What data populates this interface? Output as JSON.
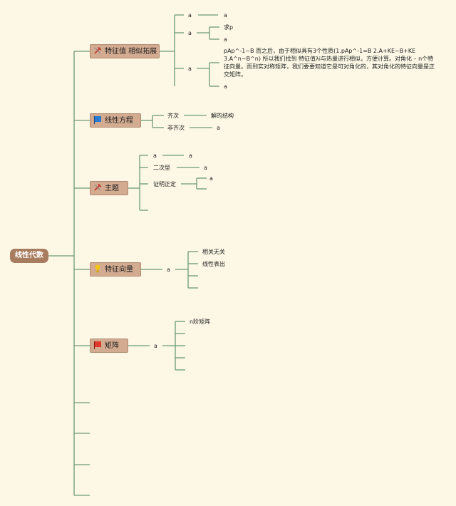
{
  "root": "线性代数",
  "branches": {
    "b1": "特征值 相似拓展",
    "b2": "线性方程",
    "b3": "主题",
    "b4": "特征向量",
    "b5": "矩阵"
  },
  "b1_nodes": {
    "n1": "a",
    "n1_child": "a",
    "n2": "a",
    "n2_c1": "求p",
    "n2_c2": "a",
    "n3": "a",
    "n3_text": "pAp^-1~B 而之后，由于相似具有3个性质(1.pAp^-1=B 2.A+KE~B+KE 3.A^n~B^n) 所以我们找到 特征值λi与热量进行相似，方便计算。对角化 – n个特征向量。而到实对称矩阵，我们要要知道它是可对角化的，其对角化的特征向量是正交矩阵。",
    "n3_c2": "a"
  },
  "b2_nodes": {
    "n1": "齐次",
    "n1_child": "解的结构",
    "n2": "非齐次",
    "n2_child": "a"
  },
  "b3_nodes": {
    "n1": "a",
    "n1_child": "a",
    "n2": "二次型",
    "n2_child": "a",
    "n3": "证明正定",
    "n3_child": "a"
  },
  "b4_nodes": {
    "n1": "a",
    "c1": "相关无关",
    "c2": "线性表出"
  },
  "b5_nodes": {
    "n1": "a",
    "c1": "n阶矩阵"
  },
  "icons": {
    "b1": "hammer-icon",
    "b2": "blue-flag-icon",
    "b3": "hammer-icon",
    "b4": "trophy-icon",
    "b5": "red-flag-icon"
  }
}
